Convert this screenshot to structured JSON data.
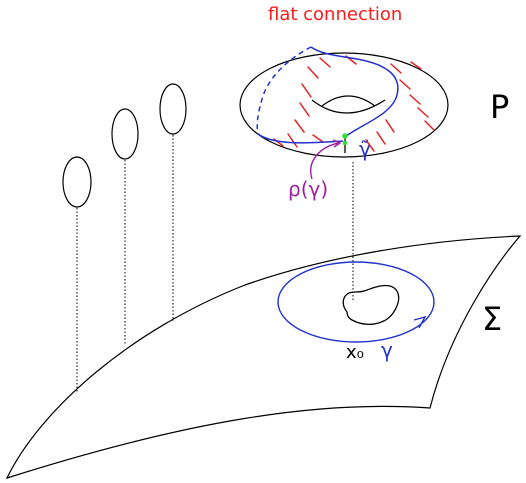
{
  "title": "flat connection",
  "labels": {
    "bundle": "P",
    "base": "Σ",
    "loop": "γ",
    "lifted_loop": "γ̃",
    "holonomy": "ρ(γ)",
    "basepoint": "x₀"
  },
  "colors": {
    "title": "#ff1a1a",
    "connection_marks": "#e52222",
    "loop": "#2233cc",
    "holonomy": "#a020a0",
    "point": "#33dd33",
    "ink": "#000000"
  }
}
